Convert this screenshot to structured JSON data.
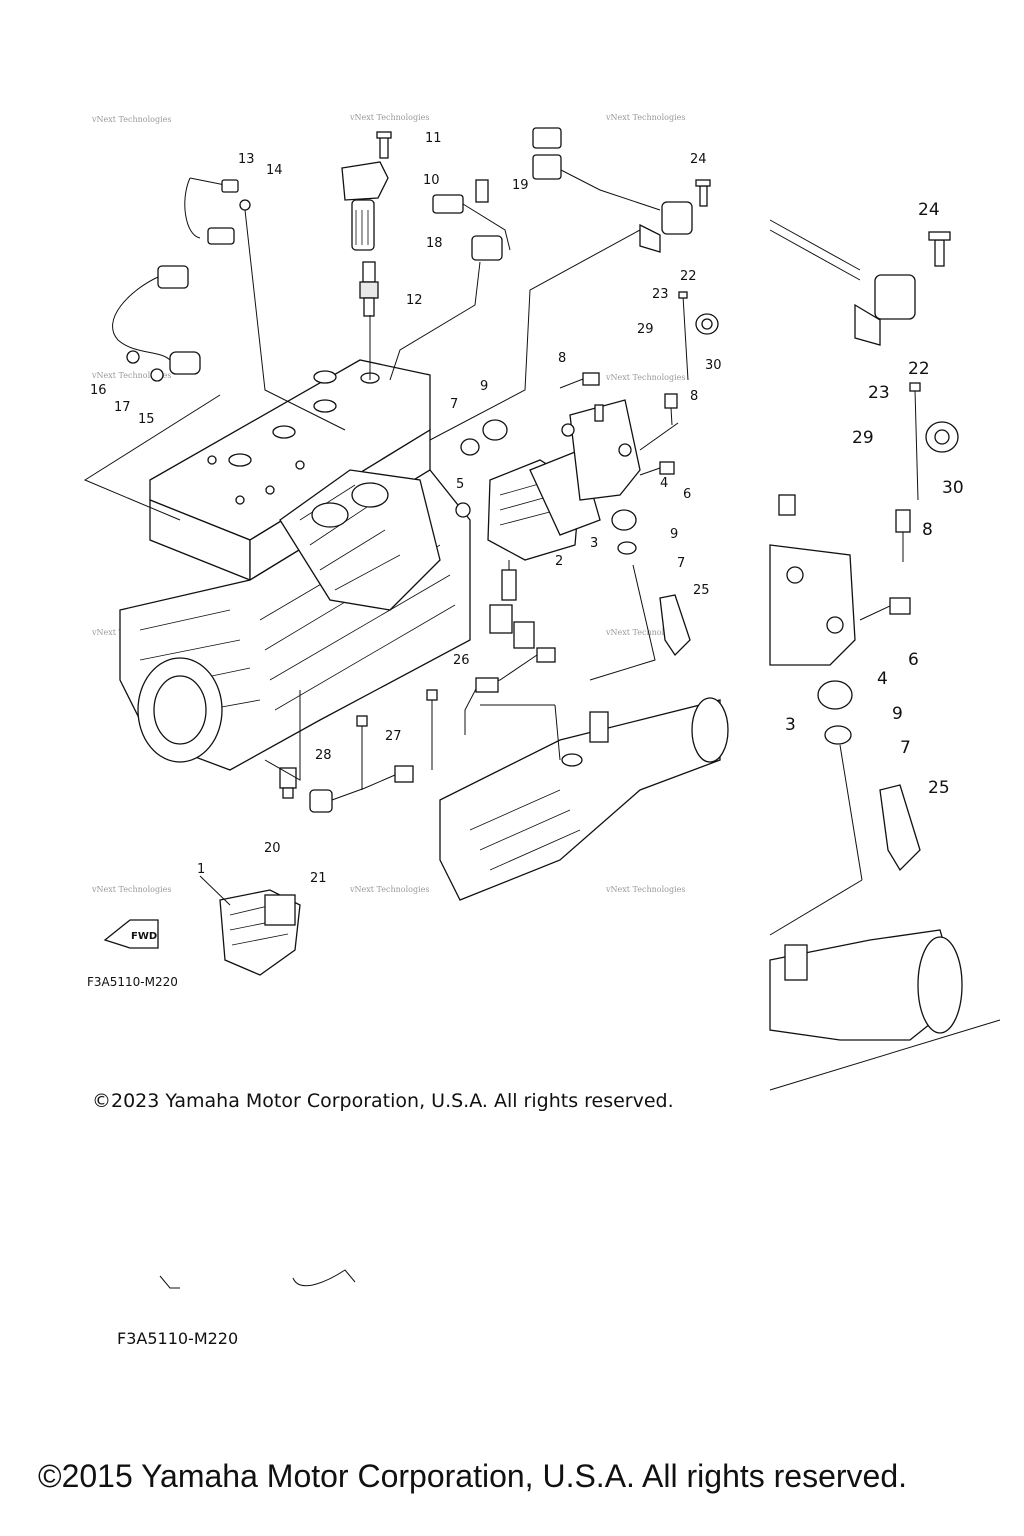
{
  "watermark": "vNext Technologies",
  "callouts": {
    "c1": "1",
    "c2": "2",
    "c3": "3",
    "c4": "4",
    "c5": "5",
    "c6": "6",
    "c7a": "7",
    "c7b": "7",
    "c8a": "8",
    "c8b": "8",
    "c9a": "9",
    "c9b": "9",
    "c10": "10",
    "c11": "11",
    "c12": "12",
    "c13": "13",
    "c14": "14",
    "c15": "15",
    "c16": "16",
    "c17": "17",
    "c18": "18",
    "c19": "19",
    "c20": "20",
    "c21": "21",
    "c22": "22",
    "c23": "23",
    "c24": "24",
    "c25": "25",
    "c26": "26",
    "c27": "27",
    "c28": "28",
    "c29": "29",
    "c30": "30"
  },
  "zoom_callouts": {
    "z24": "24",
    "z22": "22",
    "z23": "23",
    "z29": "29",
    "z30": "30",
    "z8": "8",
    "z6": "6",
    "z4": "4",
    "z3": "3",
    "z9": "9",
    "z7": "7",
    "z25": "25"
  },
  "fwd_label": "FWD",
  "diagram_code": "F3A5110-M220",
  "diagram_code_repeat": "F3A5110-M220",
  "copyright_2023": "©2023 Yamaha Motor Corporation, U.S.A. All rights reserved.",
  "copyright_2015": "©2015 Yamaha Motor Corporation, U.S.A. All rights reserved."
}
